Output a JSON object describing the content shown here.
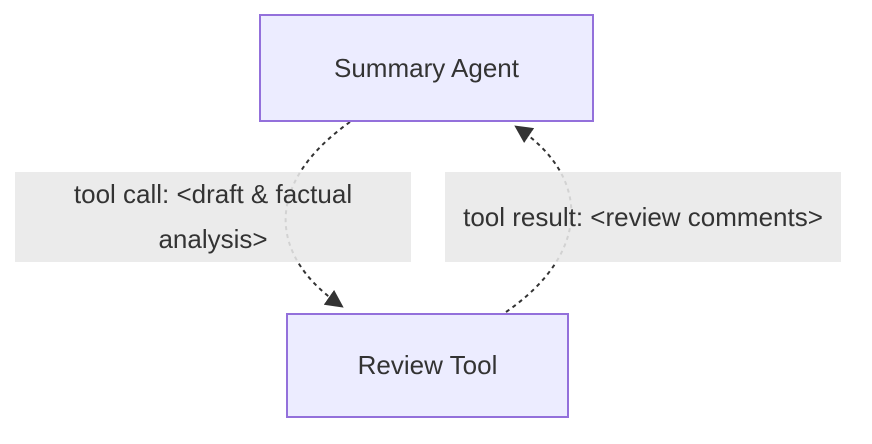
{
  "diagram": {
    "type": "flowchart",
    "background_color": "#ffffff",
    "node_fill_color": "#ECECFF",
    "node_border_color": "#9370DB",
    "text_color": "#333333",
    "edge_color": "#333333",
    "edge_style": "dashed",
    "edge_label_background": "#e8e8e8",
    "nodes": [
      {
        "id": "summary-agent",
        "label": "Summary Agent"
      },
      {
        "id": "review-tool",
        "label": "Review Tool"
      }
    ],
    "edges": [
      {
        "from": "summary-agent",
        "to": "review-tool",
        "label": "tool call: <draft & factual analysis>",
        "style": "dashed",
        "arrowhead": "filled-triangle"
      },
      {
        "from": "review-tool",
        "to": "summary-agent",
        "label": "tool result: <review comments>",
        "style": "dashed",
        "arrowhead": "filled-triangle"
      }
    ]
  }
}
